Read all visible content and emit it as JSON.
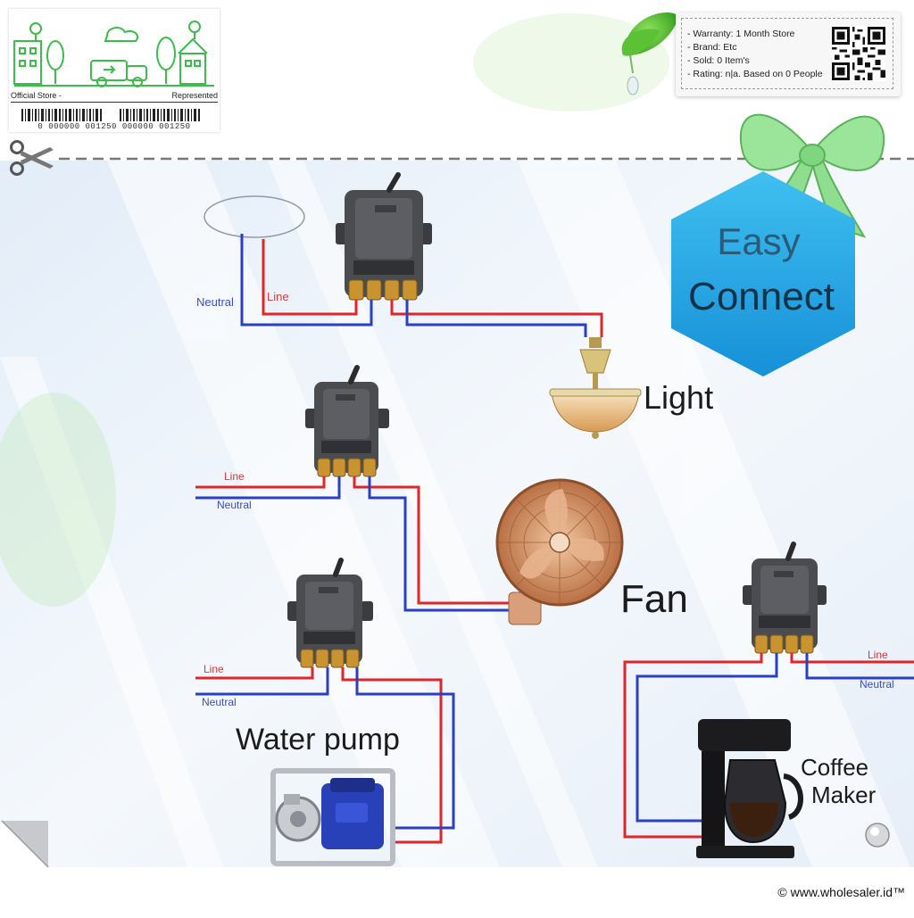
{
  "store_card": {
    "official_store": "Official Store -",
    "represented": "Represented",
    "barcode_number": "0 000000 001250  000000 001250"
  },
  "info_card": {
    "warranty": "- Warranty: 1 Month Store",
    "brand": "- Brand: Etc",
    "sold": "- Sold: 0 Item's",
    "rating": "- Rating: n|a. Based on 0 People"
  },
  "badge": {
    "line1": "Easy",
    "line2": "Connect"
  },
  "wires": {
    "line": "Line",
    "neutral": "Neutral"
  },
  "appliances": {
    "light": "Light",
    "fan": "Fan",
    "water_pump": "Water pump",
    "coffee_line1": "Coffee",
    "coffee_line2": "Maker"
  },
  "footer": {
    "copyright": "© www.wholesaler.id™"
  },
  "colors": {
    "line_wire": "#e0252b",
    "neutral_wire": "#2b3fc4",
    "badge": "#1aa3e6",
    "switch_body": "#4a4c50",
    "terminal": "#c9932f"
  }
}
